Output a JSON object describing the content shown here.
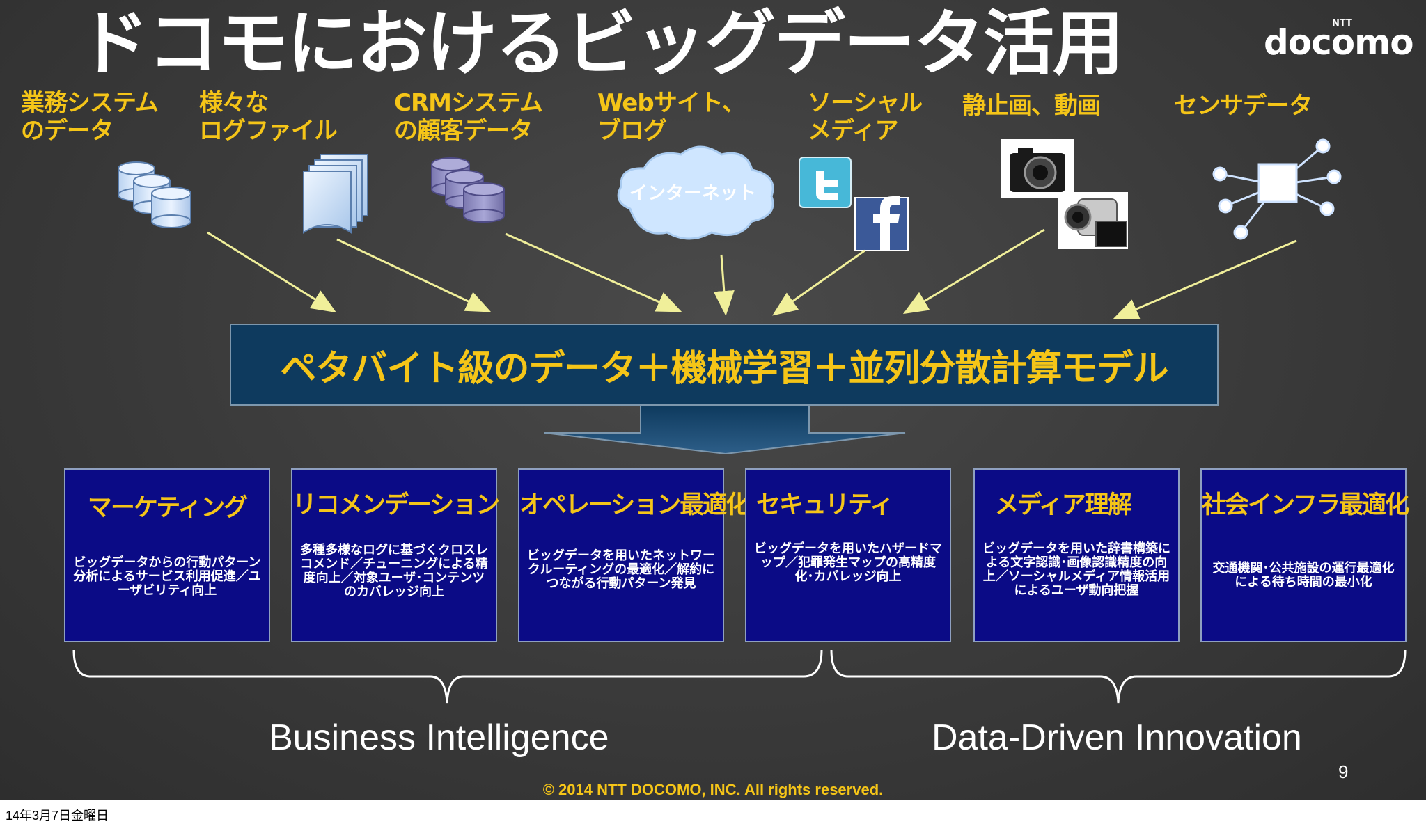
{
  "slide": {
    "title": "ドコモにおけるビッグデータ活用",
    "logo": {
      "brand": "docomo",
      "ntt": "NTT"
    },
    "sources": [
      {
        "label": "業務システム\nのデータ"
      },
      {
        "label": "様々な\nログファイル"
      },
      {
        "label": "CRMシステム\nの顧客データ"
      },
      {
        "label": "Webサイト、\nブログ"
      },
      {
        "label": "ソーシャル\nメディア"
      },
      {
        "label": "静止画、動画"
      },
      {
        "label": "センサデータ"
      }
    ],
    "cloud_label": "インターネット",
    "banner": "ペタバイト級のデータ＋機械学習＋並列分散計算モデル",
    "boxes": [
      {
        "title": "マーケティング",
        "desc": "ビッグデータからの行動パターン分析によるサービス利用促進／ユーザビリティ向上"
      },
      {
        "title": "リコメンデーション",
        "desc": "多種多様なログに基づくクロスレコメンド／チューニングによる精度向上／対象ユーザ･コンテンツのカバレッジ向上"
      },
      {
        "title": "オペレーション最適化",
        "desc": "ビッグデータを用いたネットワークルーティングの最適化／解約につながる行動パターン発見"
      },
      {
        "title": "セキュリティ",
        "desc": "ビッグデータを用いたハザードマップ／犯罪発生マップの高精度化･カバレッジ向上"
      },
      {
        "title": "メディア理解",
        "desc": "ビッグデータを用いた辞書構築による文字認識･画像認識精度の向上／ソーシャルメディア情報活用によるユーザ動向把握"
      },
      {
        "title": "社会インフラ最適化",
        "desc": "交通機関･公共施設の運行最適化による待ち時間の最小化"
      }
    ],
    "groups": {
      "left": "Business Intelligence",
      "right": "Data-Driven Innovation"
    },
    "page_number": "9",
    "copyright": "© 2014  NTT DOCOMO, INC. All rights reserved."
  },
  "footer": {
    "date": "14年3月7日金曜日"
  },
  "colors": {
    "accent": "#f5c518",
    "box_bg": "#0b0b86",
    "banner_bg": "#0e3a5e",
    "board": "#3a3a3a"
  },
  "icons": [
    "database-icon",
    "document-stack-icon",
    "database-icon",
    "cloud-icon",
    "twitter-icon",
    "facebook-icon",
    "camera-icon",
    "video-camera-icon",
    "sensor-network-icon",
    "arrow-icon"
  ]
}
